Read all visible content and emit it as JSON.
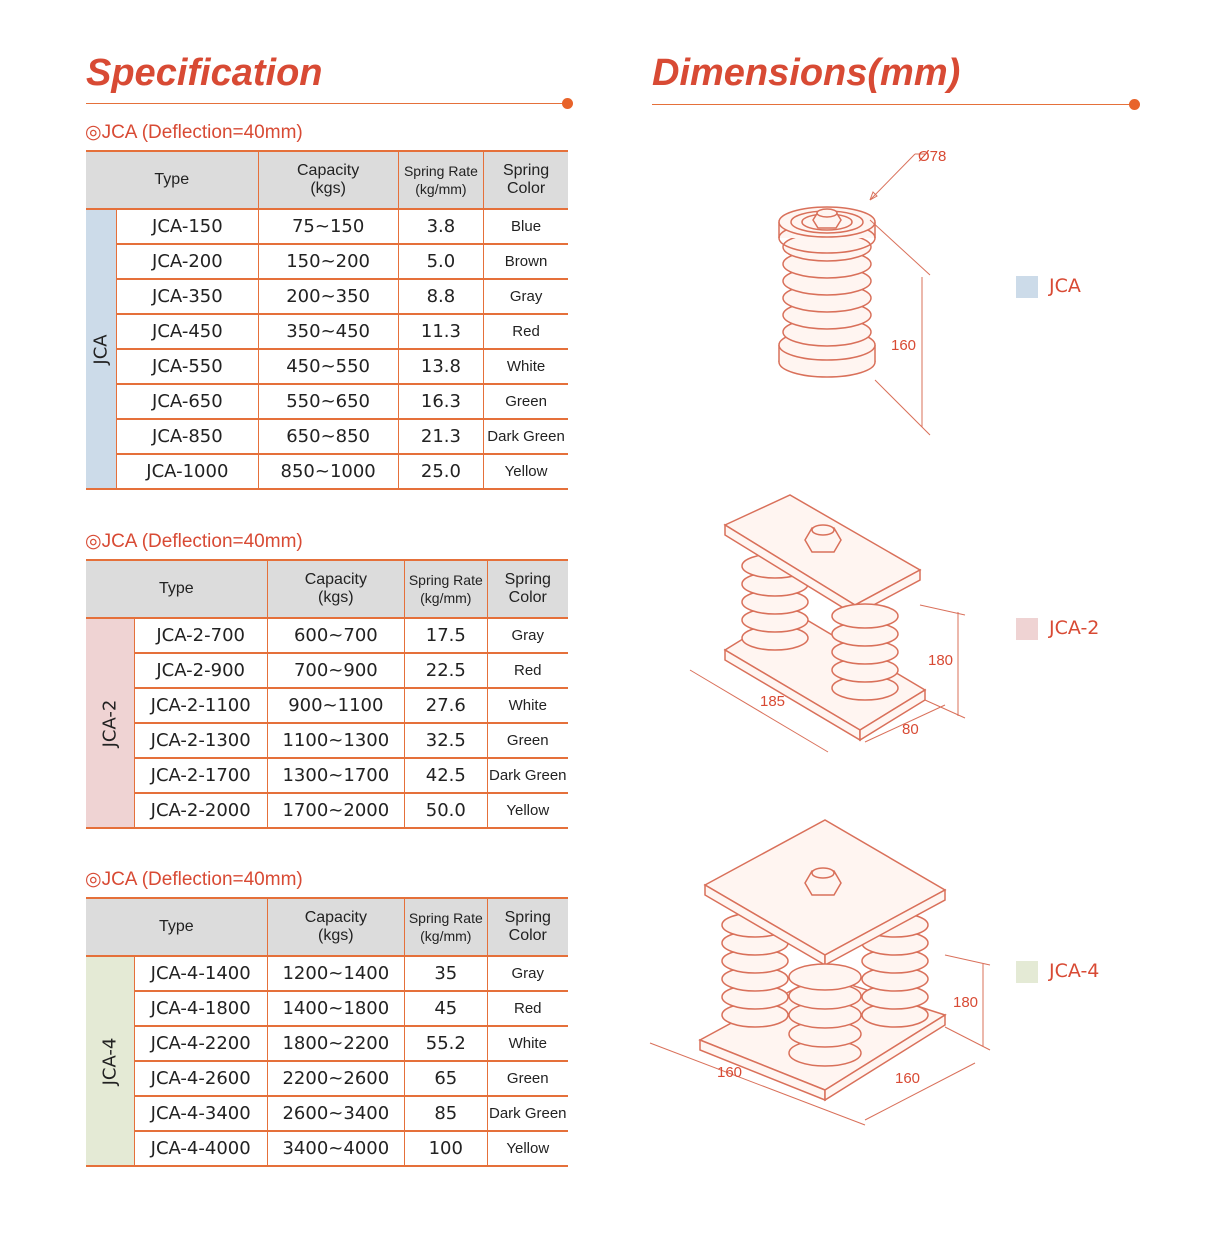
{
  "headings": {
    "spec": "Specification",
    "dims": "Dimensions(mm)"
  },
  "tables": [
    {
      "subtitle": "◎JCA (Deflection=40mm)",
      "group_label": "JCA",
      "group_color": "#ccdbe9",
      "headers": {
        "type": "Type",
        "capacity": "Capacity\n(kgs)",
        "rate": "Spring Rate\n(kg/mm)",
        "color": "Spring\nColor"
      },
      "rows": [
        {
          "type": "JCA-150",
          "capacity": "75~150",
          "rate": "3.8",
          "color": "Blue"
        },
        {
          "type": "JCA-200",
          "capacity": "150~200",
          "rate": "5.0",
          "color": "Brown"
        },
        {
          "type": "JCA-350",
          "capacity": "200~350",
          "rate": "8.8",
          "color": "Gray"
        },
        {
          "type": "JCA-450",
          "capacity": "350~450",
          "rate": "11.3",
          "color": "Red"
        },
        {
          "type": "JCA-550",
          "capacity": "450~550",
          "rate": "13.8",
          "color": "White"
        },
        {
          "type": "JCA-650",
          "capacity": "550~650",
          "rate": "16.3",
          "color": "Green"
        },
        {
          "type": "JCA-850",
          "capacity": "650~850",
          "rate": "21.3",
          "color": "Dark Green"
        },
        {
          "type": "JCA-1000",
          "capacity": "850~1000",
          "rate": "25.0",
          "color": "Yellow"
        }
      ]
    },
    {
      "subtitle": "◎JCA (Deflection=40mm)",
      "group_label": "JCA-2",
      "group_color": "#efd3d3",
      "headers": {
        "type": "Type",
        "capacity": "Capacity\n(kgs)",
        "rate": "Spring Rate\n(kg/mm)",
        "color": "Spring\nColor"
      },
      "rows": [
        {
          "type": "JCA-2-700",
          "capacity": "600~700",
          "rate": "17.5",
          "color": "Gray"
        },
        {
          "type": "JCA-2-900",
          "capacity": "700~900",
          "rate": "22.5",
          "color": "Red"
        },
        {
          "type": "JCA-2-1100",
          "capacity": "900~1100",
          "rate": "27.6",
          "color": "White"
        },
        {
          "type": "JCA-2-1300",
          "capacity": "1100~1300",
          "rate": "32.5",
          "color": "Green"
        },
        {
          "type": "JCA-2-1700",
          "capacity": "1300~1700",
          "rate": "42.5",
          "color": "Dark Green"
        },
        {
          "type": "JCA-2-2000",
          "capacity": "1700~2000",
          "rate": "50.0",
          "color": "Yellow"
        }
      ]
    },
    {
      "subtitle": "◎JCA (Deflection=40mm)",
      "group_label": "JCA-4",
      "group_color": "#e4ead5",
      "headers": {
        "type": "Type",
        "capacity": "Capacity\n(kgs)",
        "rate": "Spring Rate\n(kg/mm)",
        "color": "Spring\nColor"
      },
      "rows": [
        {
          "type": "JCA-4-1400",
          "capacity": "1200~1400",
          "rate": "35",
          "color": "Gray"
        },
        {
          "type": "JCA-4-1800",
          "capacity": "1400~1800",
          "rate": "45",
          "color": "Red"
        },
        {
          "type": "JCA-4-2200",
          "capacity": "1800~2200",
          "rate": "55.2",
          "color": "White"
        },
        {
          "type": "JCA-4-2600",
          "capacity": "2200~2600",
          "rate": "65",
          "color": "Green"
        },
        {
          "type": "JCA-4-3400",
          "capacity": "2600~3400",
          "rate": "85",
          "color": "Dark Green"
        },
        {
          "type": "JCA-4-4000",
          "capacity": "3400~4000",
          "rate": "100",
          "color": "Yellow"
        }
      ]
    }
  ],
  "legend": [
    {
      "label": "JCA",
      "color": "#ccdbe9"
    },
    {
      "label": "JCA-2",
      "color": "#efd3d3"
    },
    {
      "label": "JCA-4",
      "color": "#e4ead5"
    }
  ],
  "dimensions": {
    "jca": {
      "diameter": "Ø78",
      "height": "160"
    },
    "jca2": {
      "length": "185",
      "width": "80",
      "height": "180"
    },
    "jca4": {
      "length": "160",
      "width": "160",
      "height": "180"
    }
  },
  "colors": {
    "accent": "#d84a34",
    "rule": "#e5703a",
    "line_art": "#d9705a"
  }
}
